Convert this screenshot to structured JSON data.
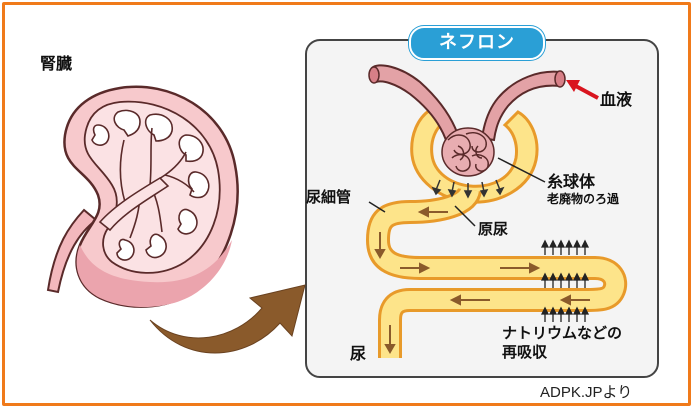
{
  "labels": {
    "kidney": "腎臓",
    "nephron": "ネフロン",
    "blood": "血液",
    "glomerulus": "糸球体",
    "filtration": "老廃物のろ過",
    "tubule": "尿細管",
    "primary_urine": "原尿",
    "reabsorption_line1": "ナトリウムなどの",
    "reabsorption_line2": "再吸収",
    "urine": "尿",
    "credit": "ADPK.JPより"
  },
  "colors": {
    "border": "#f07a1a",
    "title_bg": "#2a9fd6",
    "kidney_fill": "#f7c9cc",
    "tubule_fill": "#fde48a",
    "tubule_outline": "#e89a2a",
    "arrow": "#8a5a2b",
    "blood_arrow": "#d9141e"
  }
}
